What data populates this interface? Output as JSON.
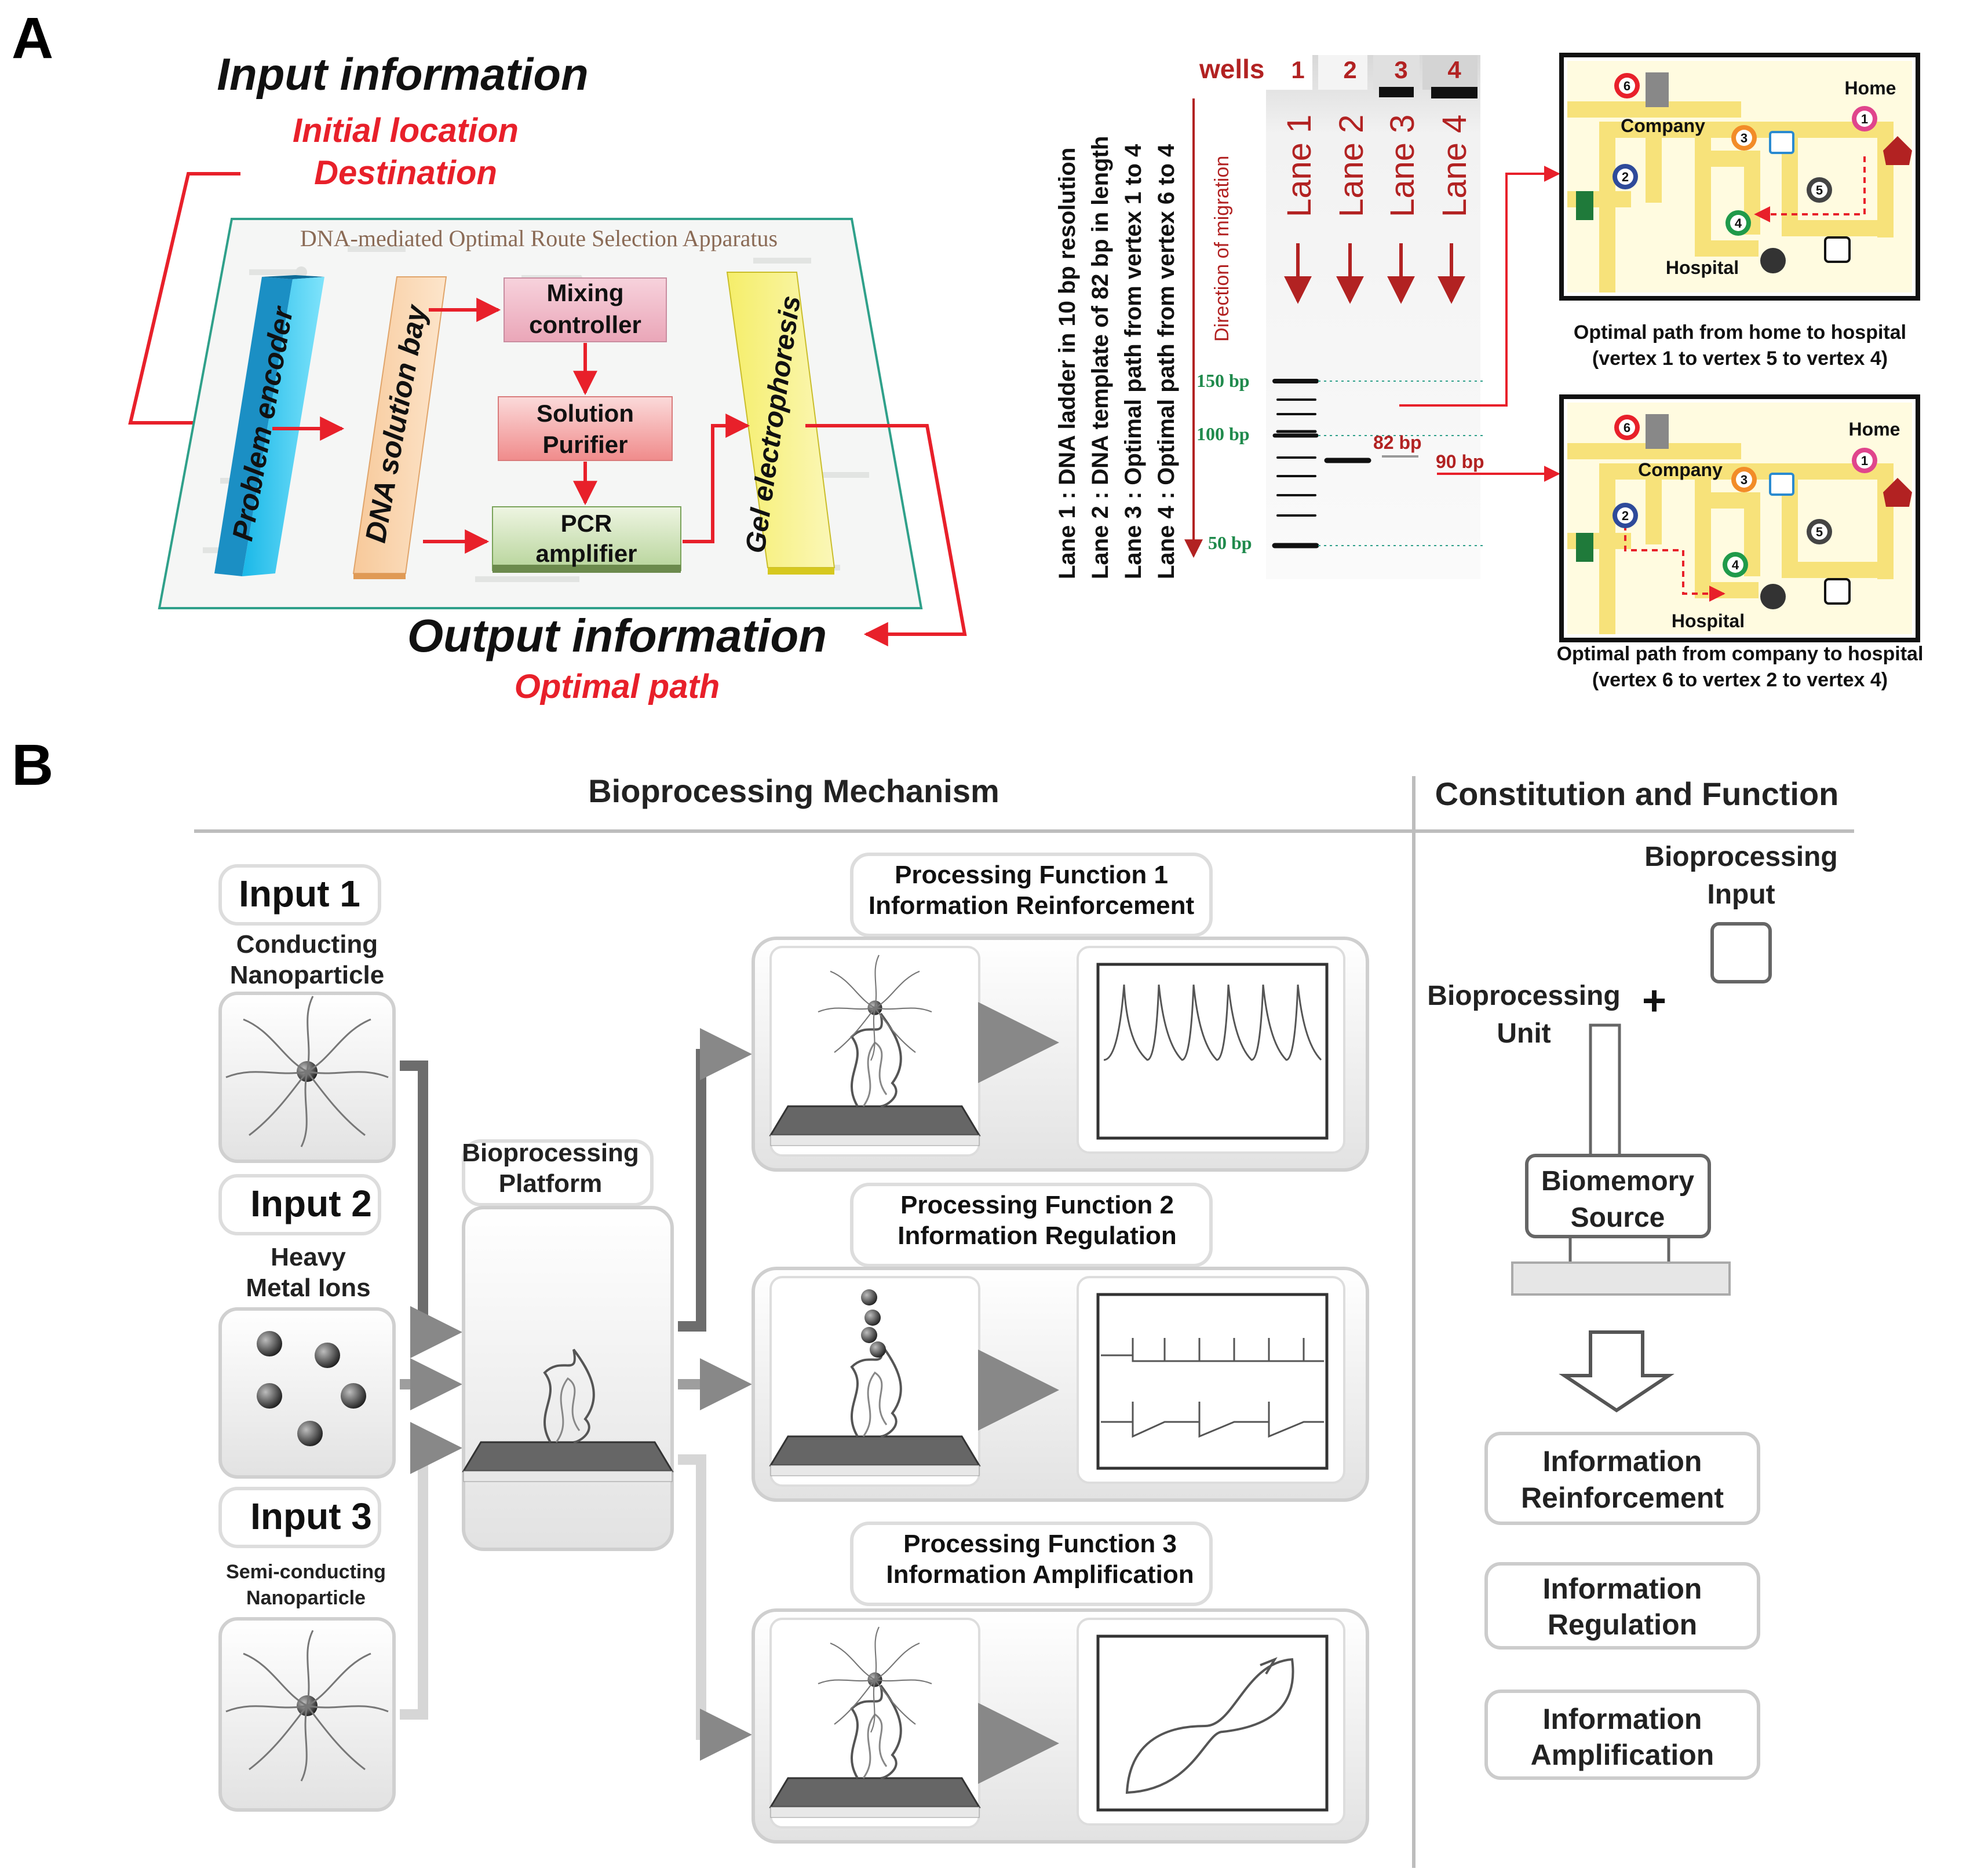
{
  "panel_a": {
    "label": "A",
    "input_title": "Input information",
    "input_items": [
      "Initial location",
      "Destination"
    ],
    "apparatus_title": "DNA-mediated Optimal Route Selection Apparatus",
    "modules": {
      "problem_encoder": "Problem encoder",
      "dna_solution_bay": "DNA solution bay",
      "mixing_controller": [
        "Mixing",
        "controller"
      ],
      "solution_purifier": [
        "Solution",
        "Purifier"
      ],
      "pcr_amplifier": [
        "PCR",
        "amplifier"
      ],
      "gel_electrophoresis": "Gel electrophoresis"
    },
    "output_title": "Output information",
    "output_item": "Optimal path",
    "lane_legend": [
      "Lane 1 : DNA ladder in 10 bp resolution",
      "Lane 2 : DNA template of 82 bp in length",
      "Lane 3 : Optimal path from vertex 1 to 4",
      "Lane 4 : Optimal path from vertex 6 to 4"
    ],
    "gel": {
      "wells_label": "wells",
      "well_numbers": [
        "1",
        "2",
        "3",
        "4"
      ],
      "lane_labels": [
        "Lane 1",
        "Lane 2",
        "Lane 3",
        "Lane 4"
      ],
      "migration_label": "Direction of migration",
      "ladder_labels": [
        "150 bp",
        "100 bp",
        "50 bp"
      ],
      "band_labels": [
        "82 bp",
        "90 bp"
      ]
    },
    "maps": [
      {
        "labels": {
          "home": "Home",
          "company": "Company",
          "hospital": "Hospital"
        },
        "caption": [
          "Optimal path from home to hospital",
          "(vertex 1 to vertex 5 to vertex 4)"
        ]
      },
      {
        "labels": {
          "home": "Home",
          "company": "Company",
          "hospital": "Hospital"
        },
        "caption": [
          "Optimal path from company to hospital",
          "(vertex 6 to vertex 2 to vertex 4)"
        ]
      }
    ],
    "vertex_numbers": [
      "1",
      "2",
      "3",
      "4",
      "5",
      "6"
    ],
    "colors": {
      "accent_red": "#e8202a",
      "lane_red": "#b22222",
      "ladder_green": "#1f8a4c"
    }
  },
  "panel_b": {
    "label": "B",
    "mechanism_title": "Bioprocessing Mechanism",
    "constitution_title": "Constitution and Function",
    "inputs": [
      {
        "title": "Input 1",
        "desc": [
          "Conducting",
          "Nanoparticle"
        ]
      },
      {
        "title": "Input 2",
        "desc": [
          "Heavy",
          "Metal Ions"
        ]
      },
      {
        "title": "Input 3",
        "desc": [
          "Semi-conducting",
          "Nanoparticle"
        ]
      }
    ],
    "platform": [
      "Bioprocessing",
      "Platform"
    ],
    "functions": [
      [
        "Processing Function 1",
        "Information Reinforcement"
      ],
      [
        "Processing Function 2",
        "Information Regulation"
      ],
      [
        "Processing Function 3",
        "Information Amplification"
      ]
    ],
    "legend": {
      "input_label": [
        "Bioprocessing",
        "Input"
      ],
      "unit_label": [
        "Bioprocessing",
        "Unit"
      ],
      "plus": "+",
      "biomemory": [
        "Biomemory",
        "Source"
      ],
      "outputs": [
        [
          "Information",
          "Reinforcement"
        ],
        [
          "Information",
          "Regulation"
        ],
        [
          "Information",
          "Amplification"
        ]
      ]
    }
  }
}
